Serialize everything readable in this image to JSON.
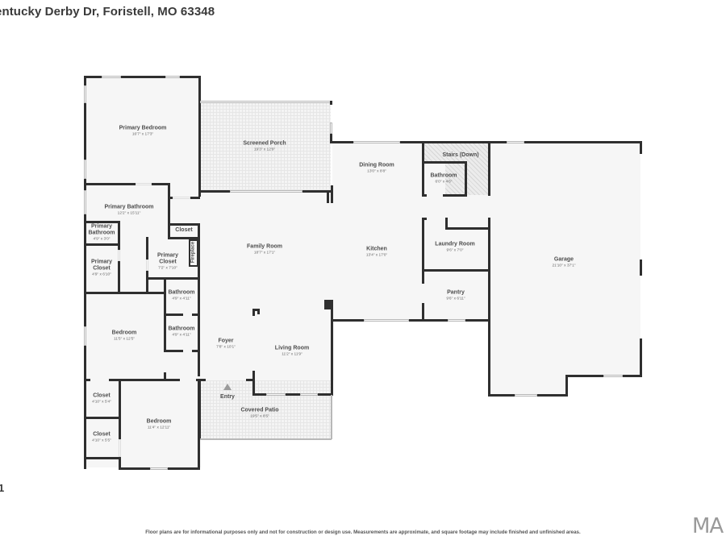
{
  "header": {
    "address": "entucky Derby Dr, Foristell, MO 63348"
  },
  "page_indicator": "1",
  "footer": {
    "disclaimer": "Floor plans are for informational purposes only and not for construction or design use. Measurements are approximate, and square footage may include finished and unfinished areas.",
    "logo": "MA"
  },
  "rooms": {
    "primary_bedroom": {
      "name": "Primary Bedroom",
      "dims": "16'7\" x 17'3\""
    },
    "screened_porch": {
      "name": "Screened Porch",
      "dims": "19'3\" x 12'9\""
    },
    "primary_bathroom": {
      "name": "Primary Bathroom",
      "dims": "12'2\" x 15'11\""
    },
    "primary_bathroom_small": {
      "name": "Primary Bathroom",
      "dims": "4'9\" x 3'0\""
    },
    "primary_closet_left": {
      "name": "Primary Closet",
      "dims": "4'9\" x 6'10\""
    },
    "primary_closet_center": {
      "name": "Primary Closet",
      "dims": "7'2\" x 7'10\""
    },
    "closet_hall": {
      "name": "Closet",
      "dims": ""
    },
    "fireplace": {
      "name": "Fireplace",
      "dims": ""
    },
    "bathroom_1": {
      "name": "Bathroom",
      "dims": "4'9\" x 4'11\""
    },
    "bathroom_2": {
      "name": "Bathroom",
      "dims": "4'9\" x 4'11\""
    },
    "bedroom_1": {
      "name": "Bedroom",
      "dims": "11'5\" x 12'5\""
    },
    "closet_1": {
      "name": "Closet",
      "dims": "4'10\" x 5'4\""
    },
    "closet_2": {
      "name": "Closet",
      "dims": "4'10\" x 5'5\""
    },
    "bedroom_2": {
      "name": "Bedroom",
      "dims": "11'4\" x 12'11\""
    },
    "family_room": {
      "name": "Family Room",
      "dims": "18'7\" x 17'1\""
    },
    "foyer": {
      "name": "Foyer",
      "dims": "7'8\" x 10'1\""
    },
    "living_room": {
      "name": "Living Room",
      "dims": "11'2\" x 11'9\""
    },
    "entry": {
      "name": "Entry",
      "dims": ""
    },
    "covered_patio": {
      "name": "Covered Patio",
      "dims": "19'5\" x 8'5\""
    },
    "dining_room": {
      "name": "Dining Room",
      "dims": "13'0\" x 8'8\""
    },
    "kitchen": {
      "name": "Kitchen",
      "dims": "13'4\" x 17'0\""
    },
    "stairs": {
      "name": "Stairs (Down)",
      "dims": ""
    },
    "bathroom_3": {
      "name": "Bathroom",
      "dims": "6'0\" x 4'6\""
    },
    "laundry_room": {
      "name": "Laundry Room",
      "dims": "9'6\" x 7'0\""
    },
    "pantry": {
      "name": "Pantry",
      "dims": "9'6\" x 6'11\""
    },
    "garage": {
      "name": "Garage",
      "dims": "21'10\" x 37'1\""
    }
  }
}
